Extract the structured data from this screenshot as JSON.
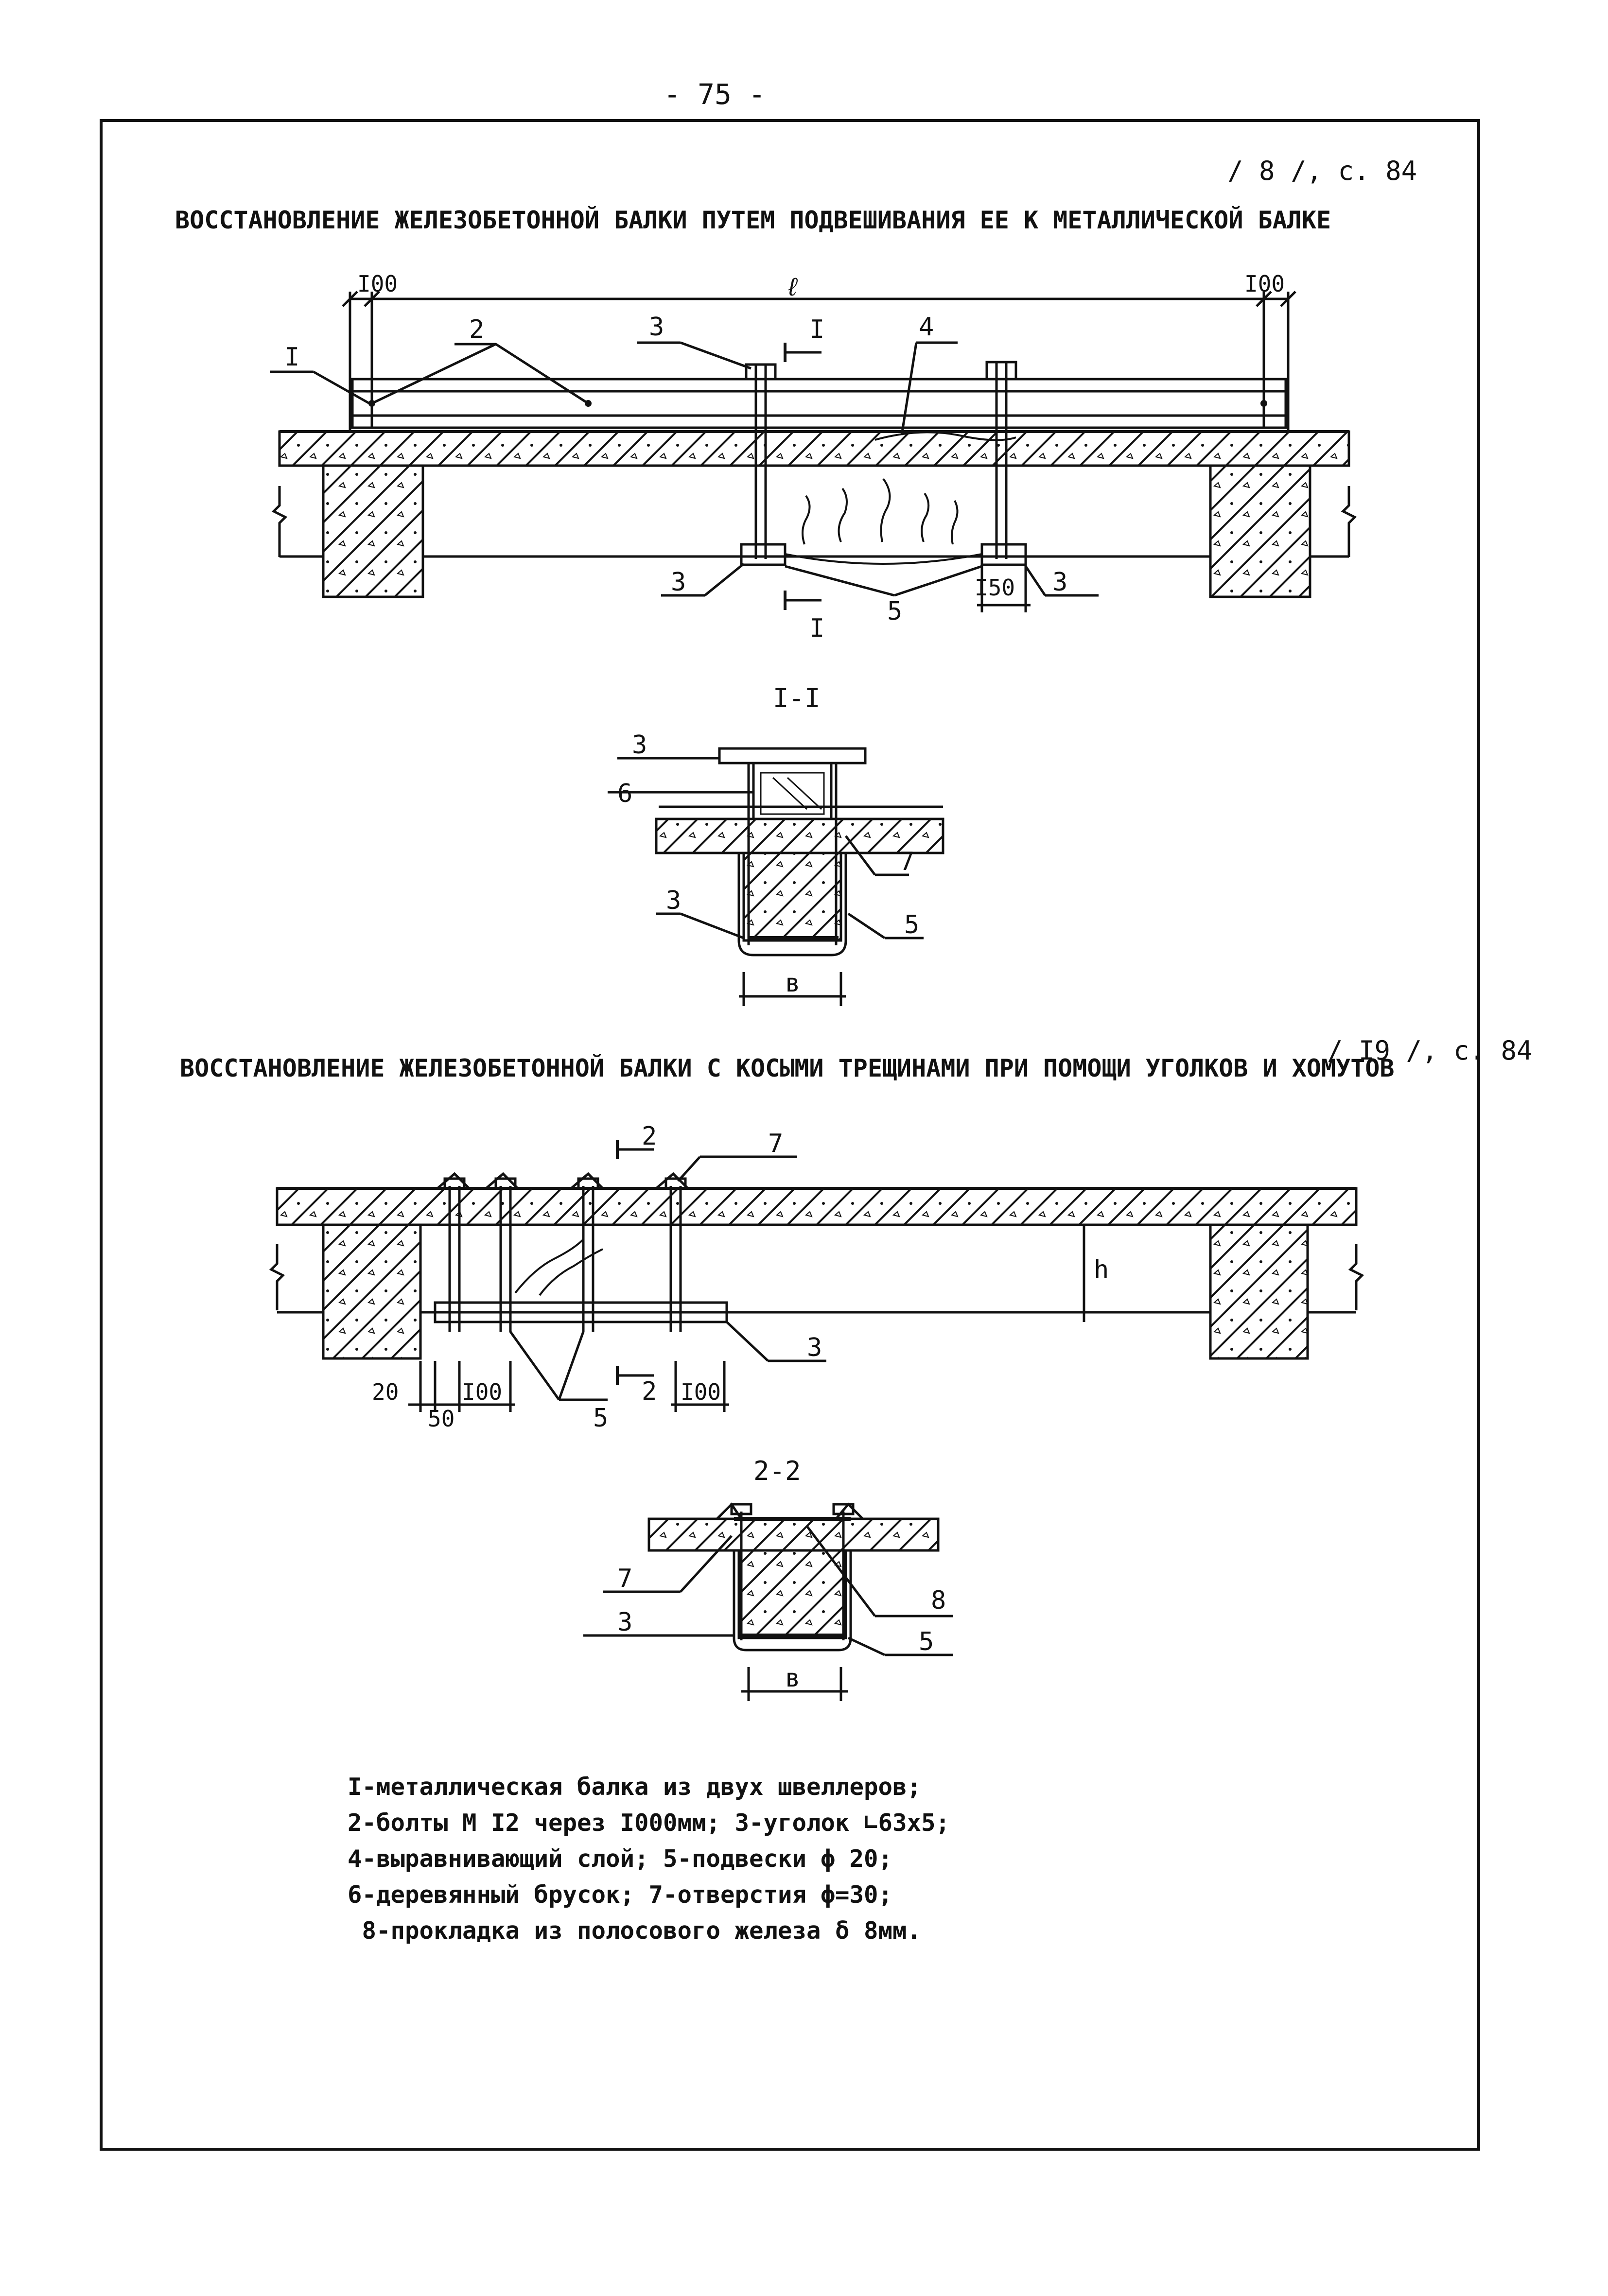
{
  "page_number": "- 75 -",
  "section1": {
    "reference": "/ 8 /, с. 84",
    "title": "ВОССТАНОВЛЕНИЕ ЖЕЛЕЗОБЕТОННОЙ БАЛКИ ПУТЕМ ПОДВЕШИВАНИЯ ЕЕ К МЕТАЛЛИЧЕСКОЙ БАЛКЕ",
    "dims": {
      "left": "I00",
      "span": "ℓ",
      "right": "I00",
      "bottom": "I50"
    },
    "labels": {
      "beam": "I",
      "bolts": "2",
      "angle_top": "3",
      "section_mark": "I",
      "leveling": "4",
      "angle_bottom_left": "3",
      "hangers": "5",
      "angle_bottom_right": "3",
      "section_mark_bottom": "I"
    },
    "section_title": "I-I",
    "section_labels": {
      "angle_top": "3",
      "bar": "6",
      "hole": "7",
      "angle_bottom": "3",
      "hanger": "5",
      "width": "в"
    }
  },
  "section2": {
    "reference": "/ I9 /, с. 84",
    "title": "ВОССТАНОВЛЕНИЕ ЖЕЛЕЗОБЕТОННОЙ БАЛКИ С КОСЫМИ ТРЕЩИНАМИ ПРИ ПОМОЩИ УГОЛКОВ И ХОМУТОВ",
    "labels": {
      "section_mark_top": "2",
      "hole": "7",
      "height": "h",
      "angle": "3",
      "section_mark_bottom": "2",
      "hangers": "5"
    },
    "dims": {
      "d20": "20",
      "d50": "50",
      "d100a": "I00",
      "d100b": "I00"
    },
    "section_title": "2-2",
    "section_labels": {
      "hole": "7",
      "plate": "8",
      "angle": "3",
      "hanger": "5",
      "width": "в"
    }
  },
  "legend": [
    "I-металлическая балка из двух швеллеров;",
    "2-болты М I2 через I000мм; 3-уголок ∟63х5;",
    "4-выравнивающий слой; 5-подвески ϕ 20;",
    "6-деревянный брусок; 7-отверстия ϕ=30;",
    " 8-прокладка из полосового железа δ 8мм."
  ]
}
